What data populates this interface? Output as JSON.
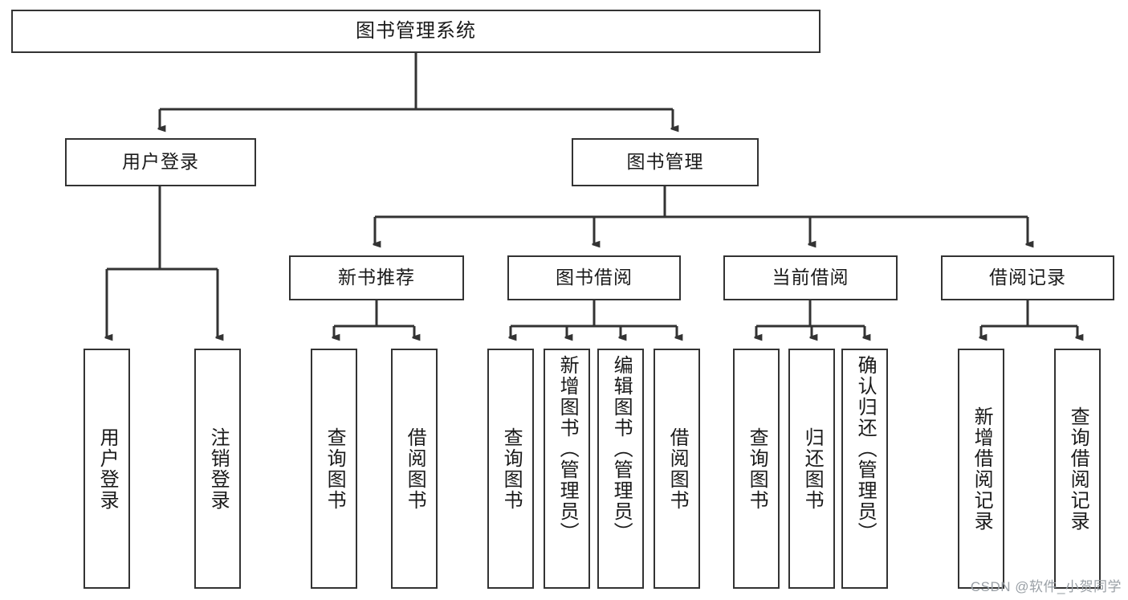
{
  "diagram": {
    "title": "图书管理系统",
    "watermark": "CSDN @软件_小贺同学",
    "colors": {
      "stroke": "#333333",
      "background": "#ffffff",
      "text": "#1a1a1a",
      "watermark": "#9aa0a6"
    },
    "levels": {
      "root": {
        "label": "图书管理系统"
      },
      "level2": [
        {
          "label": "用户登录"
        },
        {
          "label": "图书管理"
        }
      ],
      "level3": [
        {
          "label": "新书推荐"
        },
        {
          "label": "图书借阅"
        },
        {
          "label": "当前借阅"
        },
        {
          "label": "借阅记录"
        }
      ],
      "leaves": {
        "user_login": [
          {
            "label": "用户登录"
          },
          {
            "label": "注销登录"
          }
        ],
        "new_book": [
          {
            "label": "查询图书"
          },
          {
            "label": "借阅图书"
          }
        ],
        "book_borrow": [
          {
            "label": "查询图书"
          },
          {
            "label": "新增图书（管理员）"
          },
          {
            "label": "编辑图书（管理员）"
          },
          {
            "label": "借阅图书"
          }
        ],
        "current_borrow": [
          {
            "label": "查询图书"
          },
          {
            "label": "归还图书"
          },
          {
            "label": "确认归还（管理员）"
          }
        ],
        "borrow_record": [
          {
            "label": "新增借阅记录"
          },
          {
            "label": "查询借阅记录"
          }
        ]
      }
    }
  }
}
